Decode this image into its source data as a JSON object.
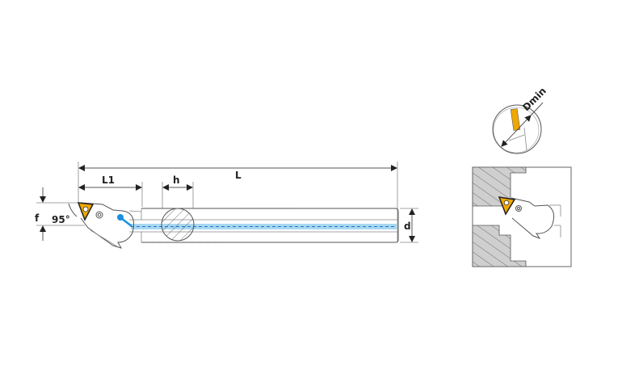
{
  "labels": {
    "overall_length": "L",
    "head_length": "L1",
    "section": "h",
    "offset": "f",
    "angle": "95°",
    "diameter": "d",
    "min_bore": "Dmin"
  },
  "colors": {
    "insert": "#f0a800",
    "coolant": "#a8d8f0",
    "coolant_dash": "#1e6fd0",
    "coolant_outlet": "#1a8fe0",
    "hatch_fill": "#c8c8c8"
  }
}
